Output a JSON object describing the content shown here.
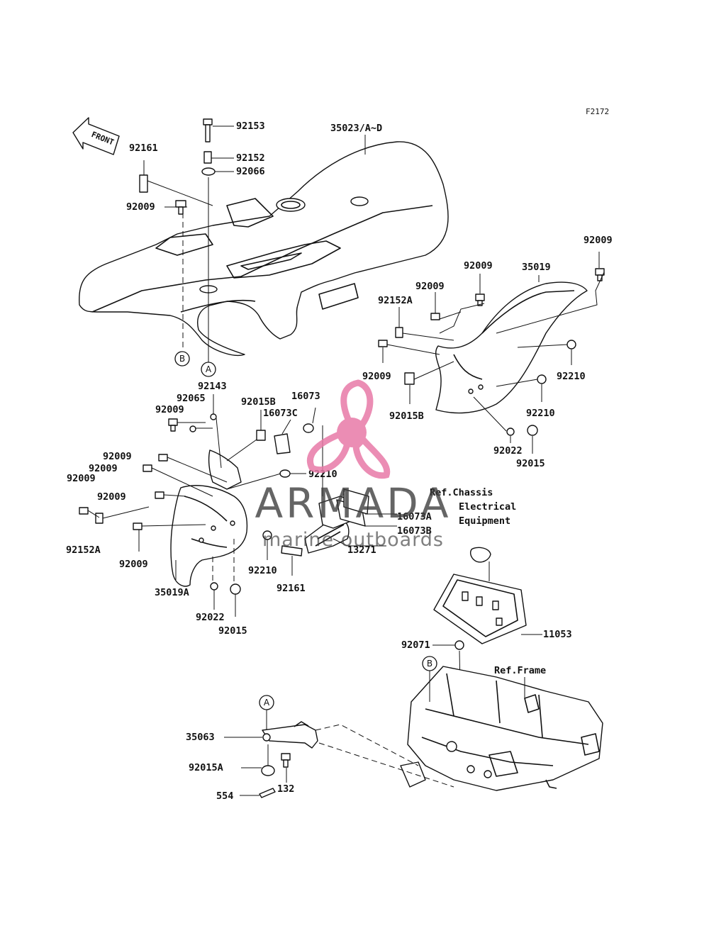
{
  "figure_id": "F2172",
  "front_label": "FRONT",
  "callouts": {
    "a": "A",
    "b": "B"
  },
  "labels": {
    "p35023": "35023/A~D",
    "p92153": "92153",
    "p92152": "92152",
    "p92066": "92066",
    "p92161_top": "92161",
    "p92009_top": "92009",
    "p35019": "35019",
    "p92009_r1": "92009",
    "p92009_r2": "92009",
    "p92009_r3": "92009",
    "p92009_r4": "92009",
    "p92152A_r": "92152A",
    "p92015B_r": "92015B",
    "p92210_r1": "92210",
    "p92210_r2": "92210",
    "p92022_r": "92022",
    "p92015_r": "92015",
    "p92143": "92143",
    "p92065": "92065",
    "p92015B_l": "92015B",
    "p16073": "16073",
    "p16073C": "16073C",
    "p92009_l1": "92009",
    "p92009_l2": "92009",
    "p92009_l3": "92009",
    "p92009_l4": "92009",
    "p92009_l5": "92009",
    "p92009_l6": "92009",
    "p92210_c": "92210",
    "p92152A_l": "92152A",
    "p35019A": "35019A",
    "p92210_l": "92210",
    "p92161_l": "92161",
    "p16073A": "16073A",
    "p16073B": "16073B",
    "p13271": "13271",
    "p92022_l": "92022",
    "p92015_l": "92015",
    "ref_chassis_1": "Ref.Chassis",
    "ref_chassis_2": "Electrical",
    "ref_chassis_3": "Equipment",
    "p11053": "11053",
    "p92071": "92071",
    "ref_frame": "Ref.Frame",
    "p35063": "35063",
    "p92015A": "92015A",
    "p132": "132",
    "p554": "554"
  },
  "watermark": {
    "brand": "ARMADA",
    "sub": "marine outboards",
    "logo_color": "#e87aa8"
  }
}
